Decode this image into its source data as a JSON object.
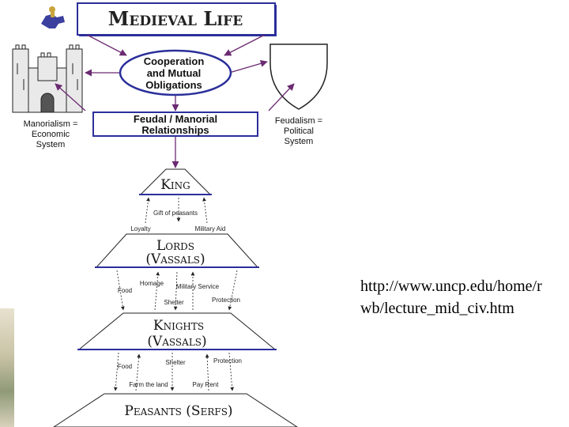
{
  "diagram": {
    "title": "Medieval Life",
    "center_oval": [
      "Cooperation",
      "and Mutual",
      "Obligations"
    ],
    "feudal_box": [
      "Feudal / Manorial",
      "Relationships"
    ],
    "manorialism": [
      "Manorialism =",
      "Economic",
      "System"
    ],
    "feudalism": [
      "Feudalism =",
      "Political",
      "System"
    ],
    "tiers": {
      "king": "King",
      "lords": [
        "Lords",
        "(Vassals)"
      ],
      "knights": [
        "Knights",
        "(Vassals)"
      ],
      "peasants": "Peasants (Serfs)"
    },
    "relations": {
      "king_lords": {
        "gift": "Gift of peasants",
        "loyalty": "Loyalty",
        "military_aid": "Military Aid"
      },
      "lords_knights": {
        "food": "Food",
        "homage": "Homage",
        "military_service": "Military Service",
        "shelter": "Shelter",
        "protection": "Protection"
      },
      "knights_peasants": {
        "food": "Food",
        "shelter": "Shelter",
        "protection": "Protection",
        "farm": "Farm the land",
        "pay": "Pay Rent"
      }
    }
  },
  "source_url": "http://www.uncp.edu/home/rwb/lecture_mid_civ.htm",
  "colors": {
    "blue": "#2b2f9a",
    "purple": "#6b2a72",
    "ink": "#111111"
  }
}
